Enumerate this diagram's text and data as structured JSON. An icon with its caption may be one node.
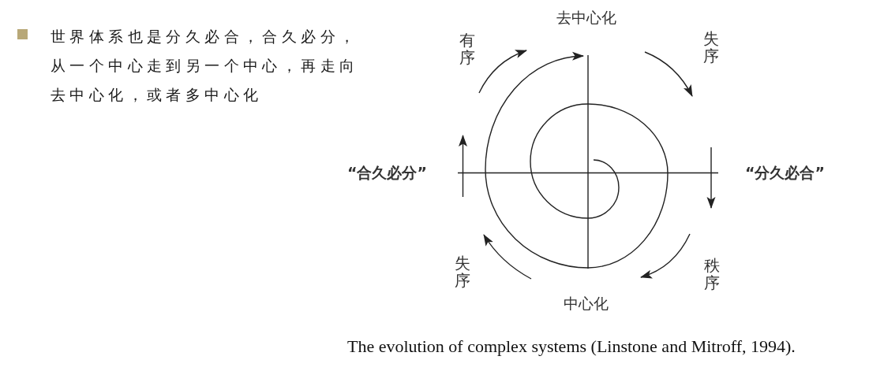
{
  "diagram": {
    "caption": "The evolution of complex systems (Linstone and Mitroff, 1994).",
    "labels": [
      "世界体系也是分久必合，合久必分，从一个中心走到另一个中心，再走向去中心化，或者多中心化",
      "去中心化",
      "有序",
      "失序",
      "“合久必分”",
      "“分久必合”",
      "失序",
      "秩序",
      "中心化"
    ]
  }
}
